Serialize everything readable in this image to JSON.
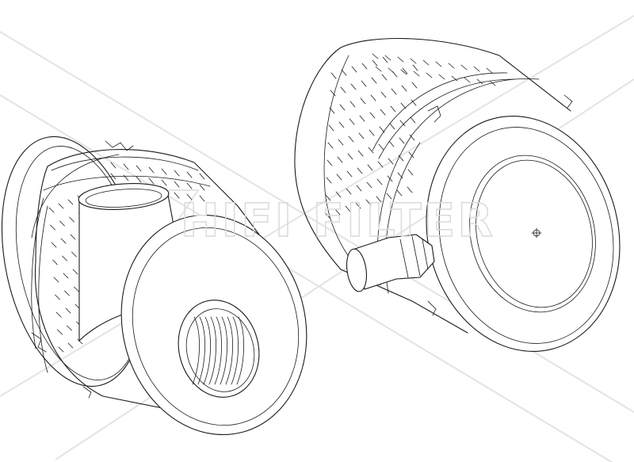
{
  "watermark": {
    "text": "HIFI FILTER",
    "color": "#d9d9d9"
  },
  "drawing": {
    "line_color": "#1a1a1a",
    "background": "#ffffff",
    "parts": [
      "air-filter-housing-front-view",
      "air-filter-housing-rear-view"
    ]
  }
}
